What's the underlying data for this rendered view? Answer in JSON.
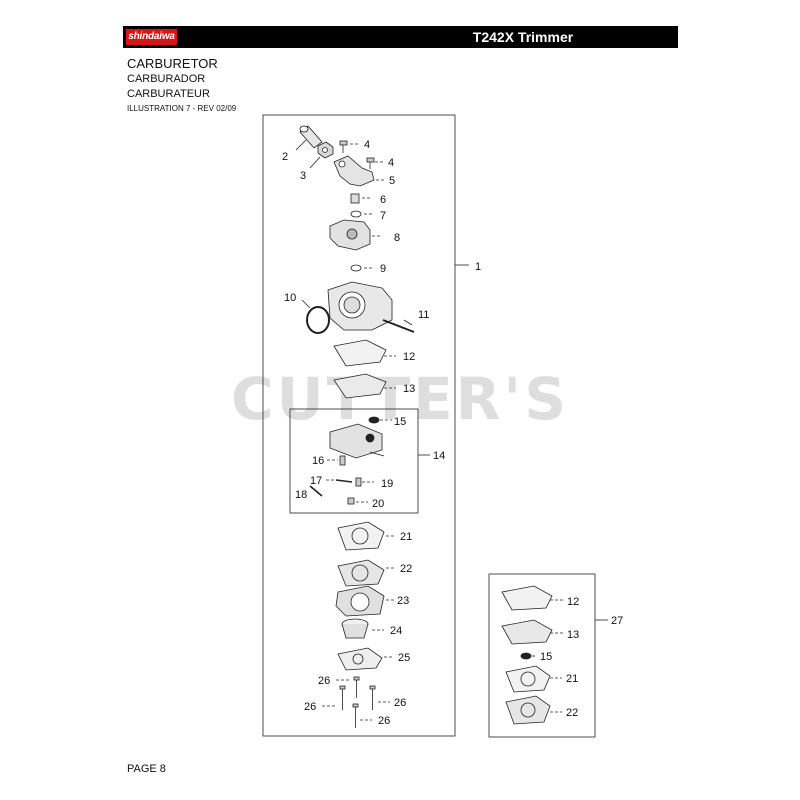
{
  "header": {
    "brand": "shindaiwa",
    "model_title": "T242X Trimmer"
  },
  "section": {
    "title": "CARBURETOR",
    "title_es": "CARBURADOR",
    "title_fr": "CARBURATEUR",
    "illustration": "ILLUSTRATION 7 - REV 02/09"
  },
  "watermark": "CUTTER'S",
  "callouts": {
    "c1": "1",
    "c2": "2",
    "c3": "3",
    "c4a": "4",
    "c4b": "4",
    "c5": "5",
    "c6": "6",
    "c7": "7",
    "c8": "8",
    "c9": "9",
    "c10": "10",
    "c11": "11",
    "c12": "12",
    "c13": "13",
    "c14": "14",
    "c15": "15",
    "c16": "16",
    "c17": "17",
    "c18": "18",
    "c19": "19",
    "c20": "20",
    "c21": "21",
    "c22": "22",
    "c23": "23",
    "c24": "24",
    "c25": "25",
    "c26a": "26",
    "c26b": "26",
    "c26c": "26",
    "c26d": "26",
    "k12": "12",
    "k13": "13",
    "k15": "15",
    "k21": "21",
    "k22": "22",
    "k27": "27"
  },
  "footer": {
    "page": "PAGE 8"
  },
  "colors": {
    "header_bg": "#000000",
    "logo_red": "#d8141b",
    "watermark": "#d3d3d3"
  }
}
